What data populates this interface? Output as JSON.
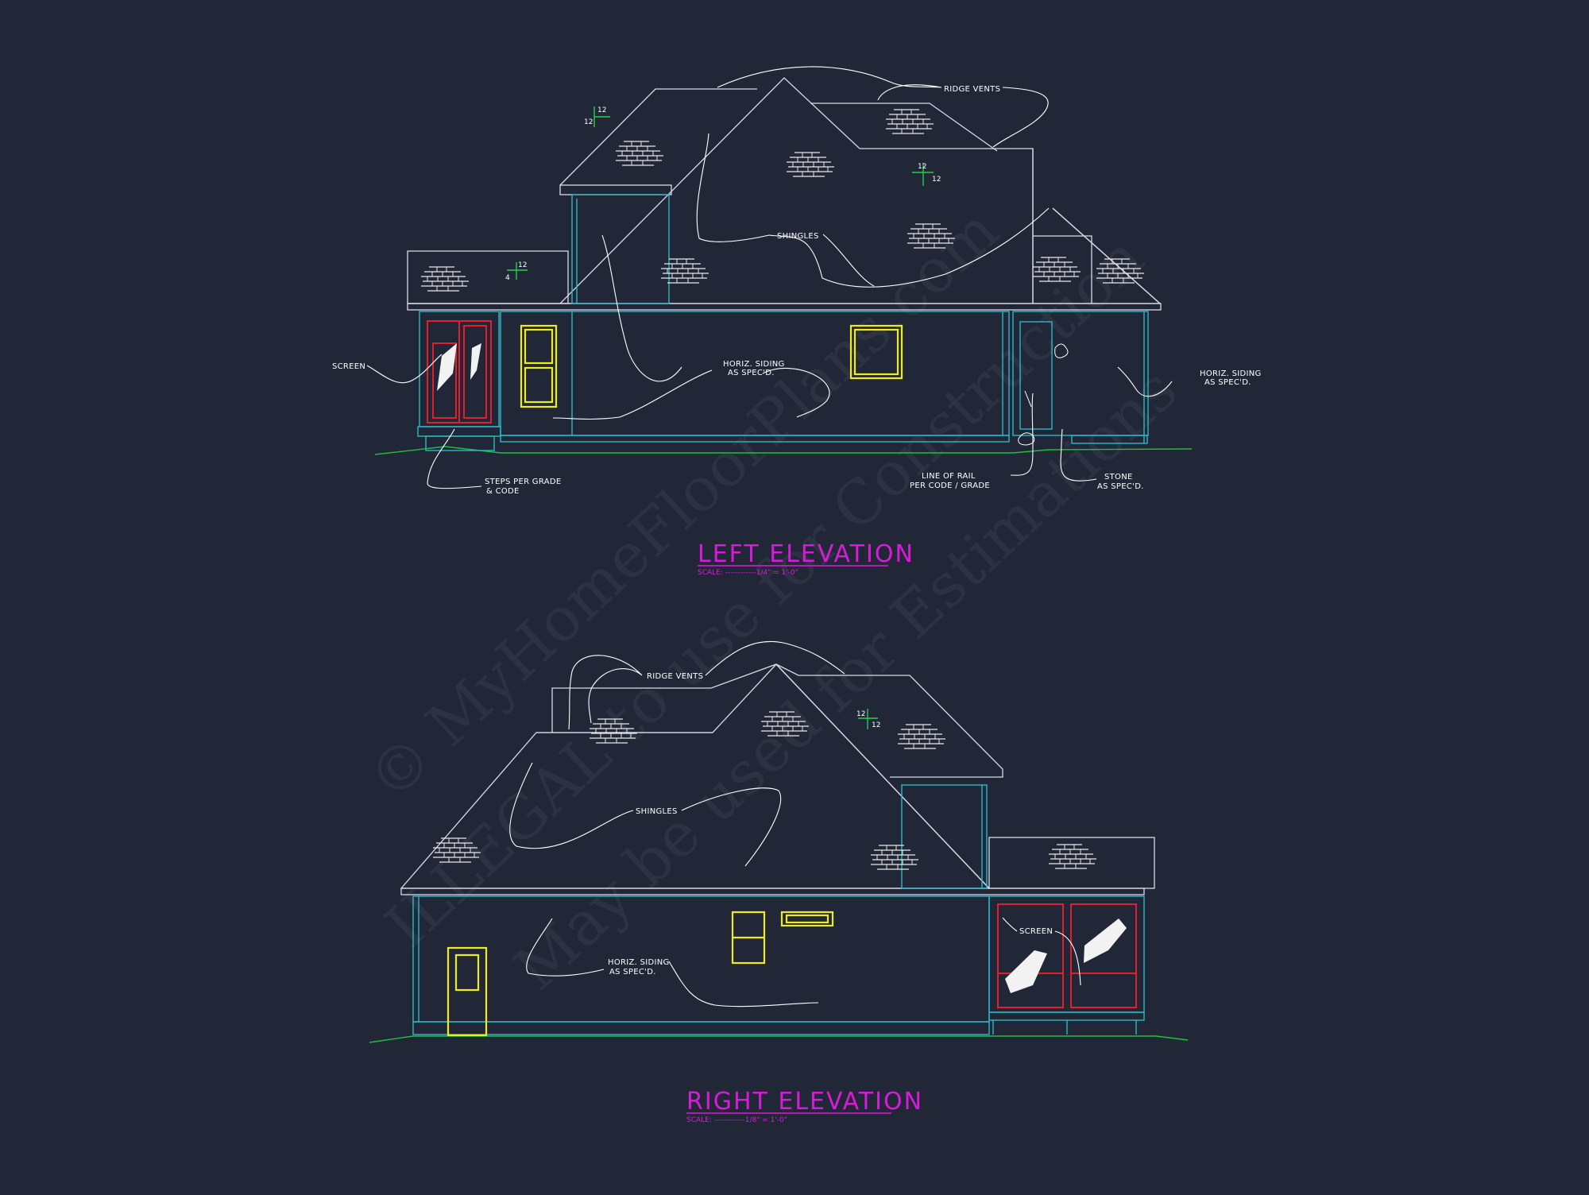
{
  "watermark": {
    "line1": "© MyHomeFloorPlans.com",
    "line2": "ILLEGAL to use for Construction",
    "line3": "May be used for Estimations"
  },
  "left_elevation": {
    "title": "LEFT ELEVATION",
    "scale_label": "SCALE: ------------1/4\" = 1'-0\"",
    "notes": {
      "ridge_vents": "RIDGE VENTS",
      "shingles": "SHINGLES",
      "screen": "SCREEN",
      "horiz_siding_1a": "HORIZ. SIDING",
      "horiz_siding_1b": "AS SPEC'D.",
      "horiz_siding_2a": "HORIZ. SIDING",
      "horiz_siding_2b": "AS SPEC'D.",
      "steps_a": "STEPS PER GRADE",
      "steps_b": "& CODE",
      "rail_a": "LINE OF RAIL",
      "rail_b": "PER CODE / GRADE",
      "stone_a": "STONE",
      "stone_b": "AS SPEC'D."
    },
    "pitches": [
      {
        "rise": "12",
        "run": "12"
      },
      {
        "rise": "12",
        "run": "12"
      },
      {
        "rise": "12",
        "run": "4"
      }
    ]
  },
  "right_elevation": {
    "title": "RIGHT ELEVATION",
    "scale_label": "SCALE: ------------1/8\" = 1'-0\"",
    "notes": {
      "ridge_vents": "RIDGE VENTS",
      "shingles": "SHINGLES",
      "screen": "SCREEN",
      "horiz_siding_a": "HORIZ. SIDING",
      "horiz_siding_b": "AS SPEC'D."
    },
    "pitches": [
      {
        "rise": "12",
        "run": "12"
      }
    ]
  },
  "colors": {
    "background": "#222738",
    "roof_lines": "#d8dbe6",
    "wall_lines": "#2bb8c8",
    "grade_line": "#1fbf3a",
    "windows": "#ecec1e",
    "screen_frames": "#e0202e",
    "titles": "#d81bd8"
  }
}
